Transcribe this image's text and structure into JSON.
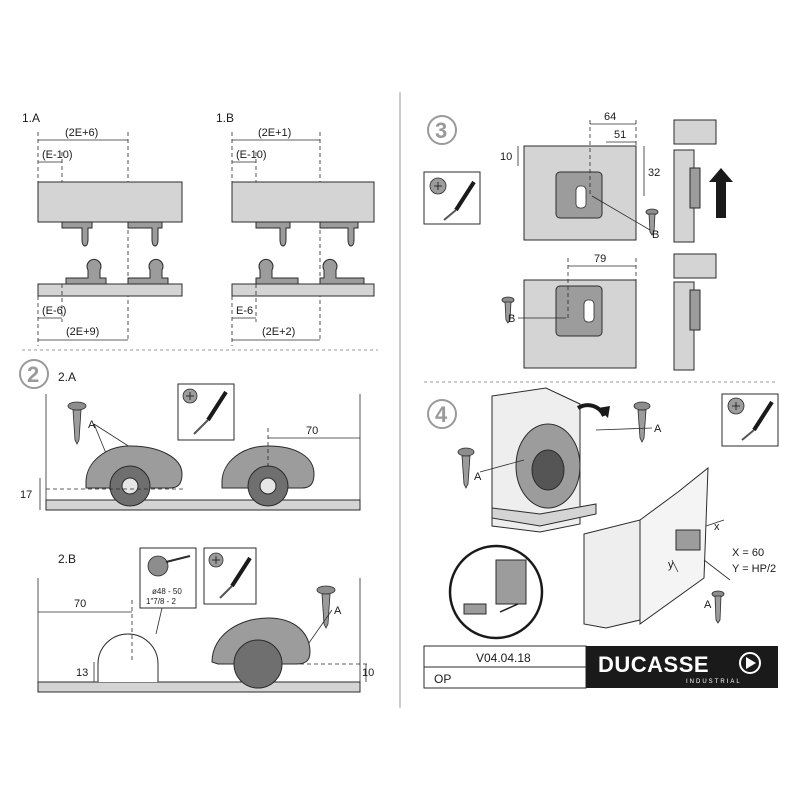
{
  "sections": {
    "s1a": "1.A",
    "s1b": "1.B",
    "s2": "2",
    "s2a": "2.A",
    "s2b": "2.B",
    "s3": "3",
    "s4": "4"
  },
  "dims": {
    "a_top": "(2E+6)",
    "a_e10": "(E-10)",
    "a_e6": "(E-6)",
    "a_bot": "(2E+9)",
    "b_top": "(2E+1)",
    "b_e10": "(E-10)",
    "b_e6": "E-6",
    "b_bot": "(2E+2)",
    "d70a": "70",
    "d17": "17",
    "d70b": "70",
    "d13": "13",
    "d10b": "10",
    "d64": "64",
    "d51": "51",
    "d10": "10",
    "d32": "32",
    "d79": "79"
  },
  "drill": {
    "line1": "ø48 - 50",
    "line2": "1\"7/8 - 2"
  },
  "callouts": {
    "A1": "A",
    "A2": "A",
    "A3": "A",
    "A4": "A",
    "B1": "B",
    "B2": "B"
  },
  "formula": {
    "x": "X = 60",
    "y": "Y = HP/2",
    "xs": "x",
    "ys": "y"
  },
  "titleblock": {
    "ref": "V04.04.18",
    "code": "OP",
    "brand": "DUCASSE",
    "brand_sub": "INDUSTRIAL"
  }
}
